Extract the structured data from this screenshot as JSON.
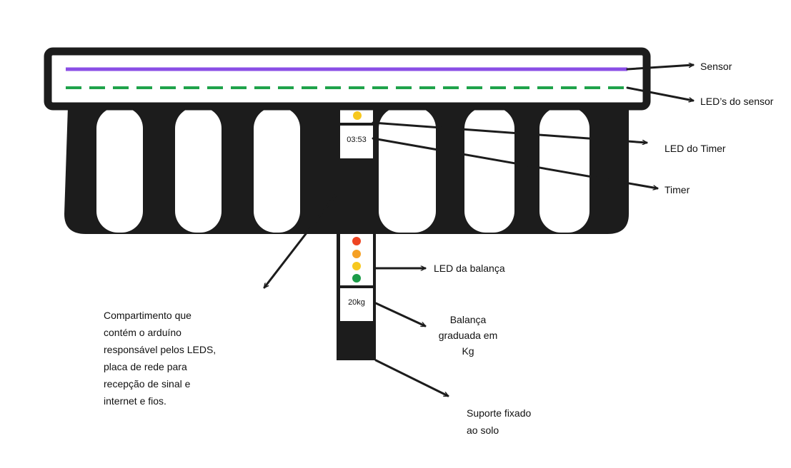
{
  "labels": {
    "sensor": "Sensor",
    "sensor_leds": "LED’s do sensor",
    "timer_led": "LED do Timer",
    "timer": "Timer",
    "scale_led": "LED da balança",
    "scale": [
      "Balança",
      "graduada em",
      "Kg"
    ],
    "compartment": [
      "Compartimento que",
      "contém o arduíno",
      "responsável pelos LEDS,",
      "placa de rede para",
      "recepção de sinal e",
      "internet e fios."
    ],
    "support": [
      "Suporte fixado",
      "ao solo"
    ]
  },
  "displays": {
    "timer_value": "03:53",
    "weight_value": "20kg"
  },
  "colors": {
    "outline": "#1c1c1c",
    "sensor_line": "#8a4ee6",
    "sensor_led_line": "#1fa34a",
    "led_red": "#ee4422",
    "led_orange": "#f5a024",
    "led_yellow": "#f7c81e",
    "led_green": "#1c9c48"
  }
}
